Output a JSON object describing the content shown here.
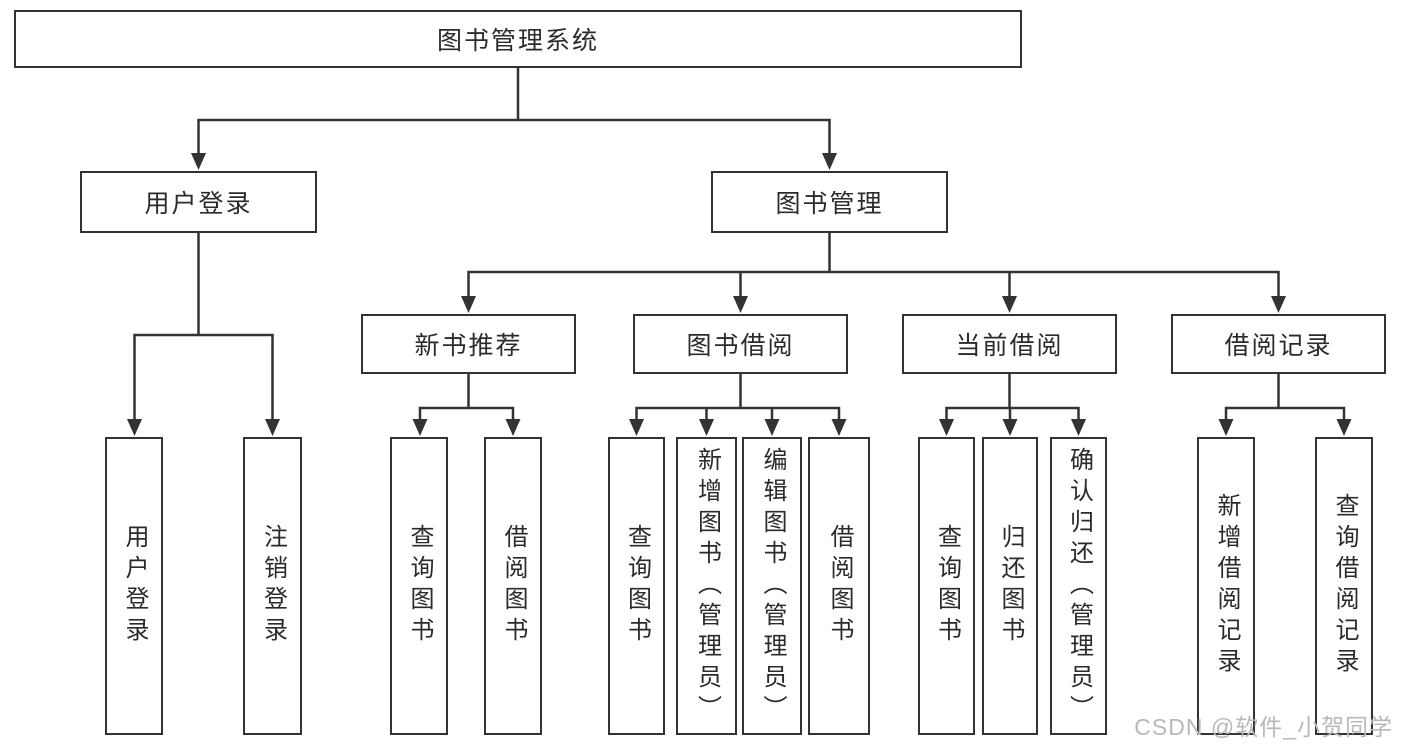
{
  "diagram": {
    "root": {
      "label": "图书管理系统"
    },
    "branches": [
      {
        "label": "用户登录",
        "children": [
          {
            "label": "用户登录"
          },
          {
            "label": "注销登录"
          }
        ]
      },
      {
        "label": "图书管理",
        "children": [
          {
            "label": "新书推荐",
            "children": [
              {
                "label": "查询图书"
              },
              {
                "label": "借阅图书"
              }
            ]
          },
          {
            "label": "图书借阅",
            "children": [
              {
                "label": "查询图书"
              },
              {
                "label": "新增图书（管理员）"
              },
              {
                "label": "编辑图书（管理员）"
              },
              {
                "label": "借阅图书"
              }
            ]
          },
          {
            "label": "当前借阅",
            "children": [
              {
                "label": "查询图书"
              },
              {
                "label": "归还图书"
              },
              {
                "label": "确认归还（管理员）"
              }
            ]
          },
          {
            "label": "借阅记录",
            "children": [
              {
                "label": "新增借阅记录"
              },
              {
                "label": "查询借阅记录"
              }
            ]
          }
        ]
      }
    ]
  },
  "watermark": {
    "text": "CSDN @软件_小贺同学"
  },
  "colors": {
    "line": "#333333",
    "border": "#333333",
    "text": "#2b2b2b",
    "background": "#ffffff",
    "watermark": "#b8b8b8"
  }
}
